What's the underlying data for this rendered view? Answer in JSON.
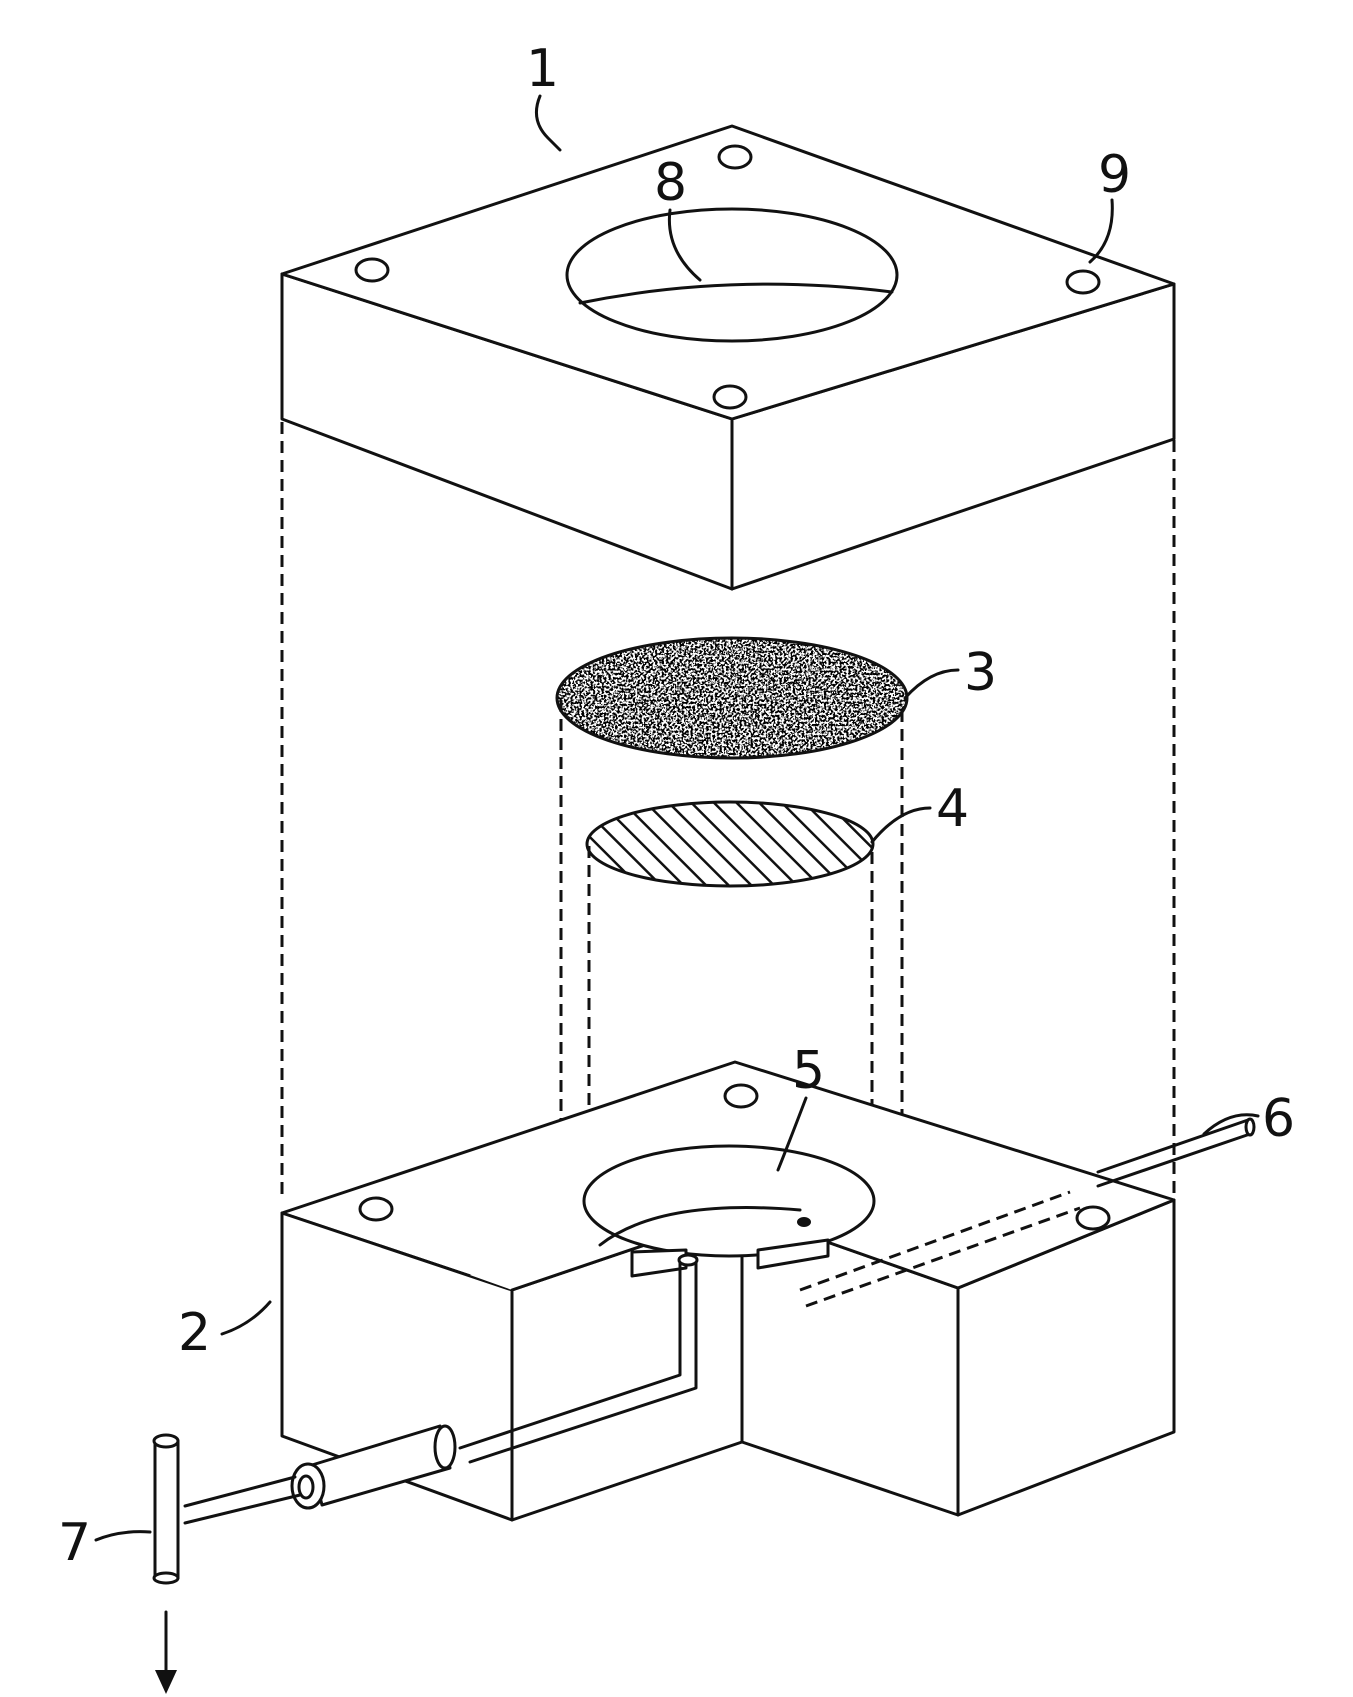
{
  "labels": {
    "upper_block": "1",
    "lower_block": "2",
    "porous_disk": "3",
    "membrane_disk": "4",
    "recess": "5",
    "inlet_tube": "6",
    "t_connector": "7",
    "top_opening": "8",
    "bolt_hole": "9"
  },
  "colors": {
    "line": "#111111",
    "background": "#ffffff"
  }
}
